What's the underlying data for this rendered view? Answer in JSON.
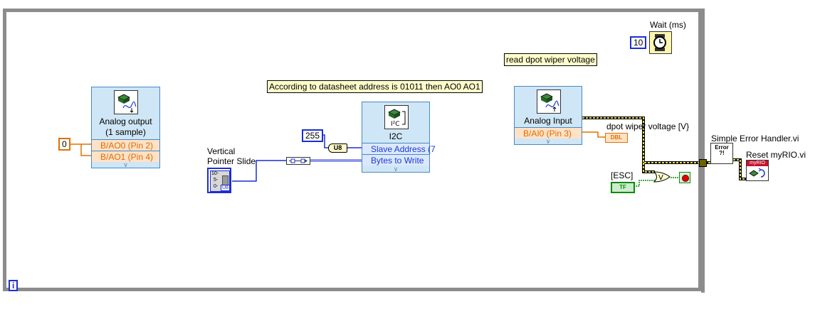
{
  "loop": {
    "iteration_label": "i"
  },
  "wait": {
    "label": "Wait (ms)",
    "value": "10"
  },
  "comments": {
    "read_wiper": "read dpot wiper voltage",
    "datasheet": "According to datasheet address is 01011 then AO0 AO1"
  },
  "analog_output": {
    "title_line1": "Analog output",
    "title_line2": "(1 sample)",
    "terminal1": "B/AO0 (Pin 2)",
    "terminal2": "B/AO1 (Pin 4)"
  },
  "const_zero": "0",
  "const_255": "255",
  "u8_label": "U8",
  "slider": {
    "label_line1": "Vertical",
    "label_line2": "Pointer Slide",
    "tick_top": "10-",
    "tick_mid": "5-",
    "tick_bottom": "0-",
    "type": "U8"
  },
  "i2c": {
    "title": "I2C",
    "terminal1": "Slave Address (7",
    "terminal2": "Bytes to Write"
  },
  "analog_input": {
    "title": "Analog Input",
    "terminal1": "B/AI0 (Pin 3)"
  },
  "indicator": {
    "label": "dpot wiper voltage [V}",
    "type": "DBL"
  },
  "esc": {
    "label": "[ESC]",
    "type": "TF"
  },
  "error_handler": {
    "label": "Simple Error Handler.vi",
    "icon_text": "Error ?!"
  },
  "reset": {
    "label": "Reset myRIO.vi",
    "icon_text": "myRIO"
  },
  "colors": {
    "loop_border": "#8c8c8c",
    "numeric_orange": "#e07000",
    "int_blue": "#1c2fd1",
    "bool_green": "#0a8a0a",
    "error_yellow": "#c8b400"
  }
}
